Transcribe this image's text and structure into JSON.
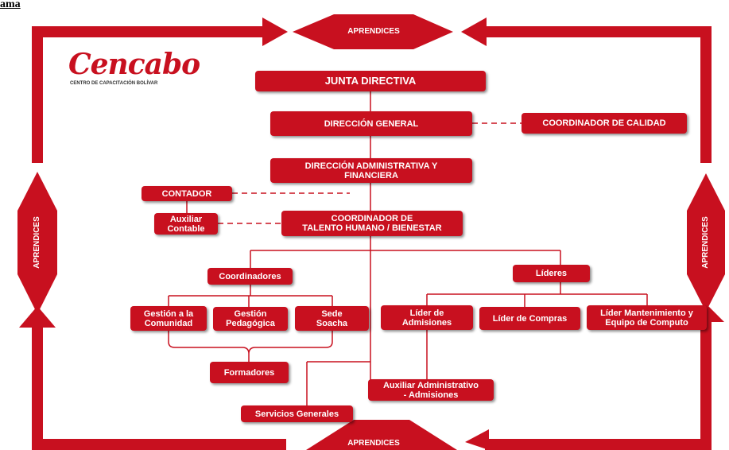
{
  "corner_title": "ama",
  "logo": {
    "wordmark": "Cencabo",
    "subtitle": "CENTRO DE CAPACITACIÓN BOLÍVAR"
  },
  "aprendices": {
    "top": "APRENDICES",
    "bottom": "APRENDICES",
    "left": "APRENDICES",
    "right": "APRENDICES"
  },
  "nodes": {
    "junta": "JUNTA DIRECTIVA",
    "direccion_general": "DIRECCIÓN GENERAL",
    "coordinador_calidad": "COORDINADOR DE CALIDAD",
    "direccion_admin": "DIRECCIÓN ADMINISTRATIVA Y\nFINANCIERA",
    "contador": "CONTADOR",
    "auxiliar_contable": "Auxiliar\nContable",
    "coordinador_talento": "COORDINADOR DE\nTALENTO HUMANO / BIENESTAR",
    "coordinadores": "Coordinadores",
    "lideres": "Líderes",
    "gestion_comunidad": "Gestión a la\nComunidad",
    "gestion_pedagogica": "Gestión\nPedagógica",
    "sede_soacha": "Sede\nSoacha",
    "lider_admisiones": "Líder de\nAdmisiones",
    "lider_compras": "Líder de Compras",
    "lider_mantenimiento": "Líder Mantenimiento y\nEquipo de Computo",
    "formadores": "Formadores",
    "auxiliar_administrativo": "Auxiliar Administrativo\n- Admisiones",
    "servicios_generales": "Servicios Generales"
  },
  "colors": {
    "brand_red": "#c8101f",
    "line": "#c8101f",
    "text_on_red": "#ffffff"
  }
}
